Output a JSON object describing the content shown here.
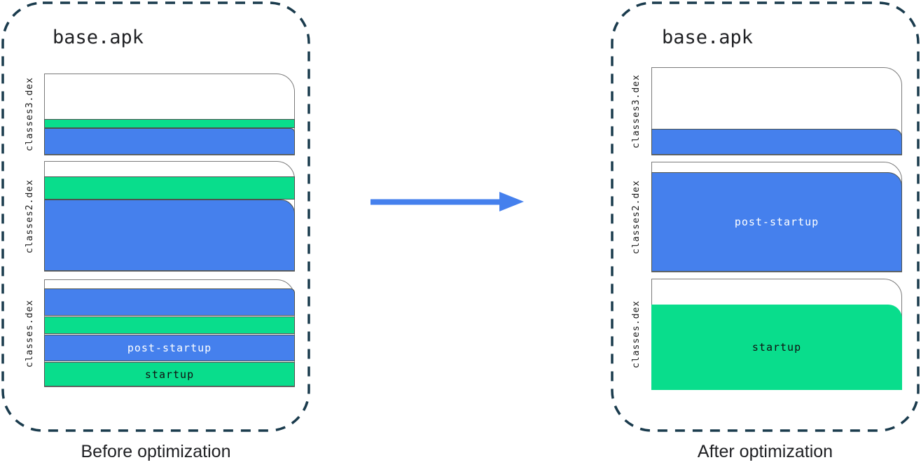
{
  "colors": {
    "startup_green": "#09dd8c",
    "post_startup_blue": "#4580ed",
    "panel_dash_border": "#1a3b4d",
    "card_border": "#7a7a7a",
    "arrow_blue": "#4580ed"
  },
  "arrow": {
    "direction": "right"
  },
  "panels": [
    {
      "title": "base.apk",
      "caption": "Before optimization",
      "files": [
        {
          "label": "classes3.dex"
        },
        {
          "label": "classes2.dex"
        },
        {
          "label": "classes.dex",
          "post_startup_label": "post-startup",
          "startup_label": "startup"
        }
      ]
    },
    {
      "title": "base.apk",
      "caption": "After optimization",
      "files": [
        {
          "label": "classes3.dex"
        },
        {
          "label": "classes2.dex",
          "post_startup_label": "post-startup"
        },
        {
          "label": "classes.dex",
          "startup_label": "startup"
        }
      ]
    }
  ]
}
